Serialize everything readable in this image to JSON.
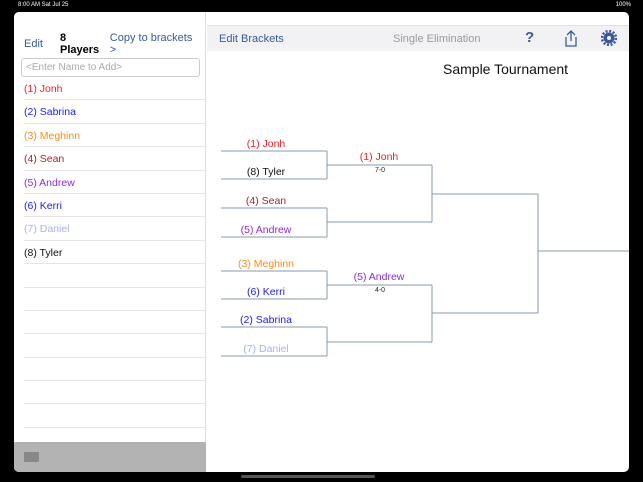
{
  "status": {
    "time": "8:00 AM  Sat Jul 25",
    "battery": "100%"
  },
  "sidebar": {
    "edit": "Edit",
    "count": "8 Players",
    "copy": "Copy to brackets >",
    "placeholder": "<Enter Name to Add>",
    "players": [
      {
        "name": "(1) Jonh",
        "color": "#ff1a1a"
      },
      {
        "name": "(2) Sabrina",
        "color": "#1a1aff"
      },
      {
        "name": "(3) Meghinn",
        "color": "#ff8c1a"
      },
      {
        "name": "(4) Sean",
        "color": "#a0262a"
      },
      {
        "name": "(5) Andrew",
        "color": "#8a2be2"
      },
      {
        "name": "(6) Kerri",
        "color": "#1a1aff"
      },
      {
        "name": "(7) Daniel",
        "color": "#aab0ee"
      },
      {
        "name": "(8) Tyler",
        "color": "#111111"
      }
    ]
  },
  "header": {
    "edit_brackets": "Edit Brackets",
    "mode": "Single Elimination",
    "help": "?"
  },
  "tournament": {
    "title": "Sample Tournament",
    "round1": [
      "(1) Jonh",
      "(8) Tyler",
      "(4) Sean",
      "(5) Andrew",
      "(3) Meghinn",
      "(6) Kerri",
      "(2) Sabrina",
      "(7) Daniel"
    ],
    "round1_colors": [
      "#ff1a1a",
      "#111111",
      "#a0262a",
      "#8a2be2",
      "#ff8c1a",
      "#1a1aff",
      "#1a1aff",
      "#aab0ee"
    ],
    "round2": [
      {
        "name": "(1) Jonh",
        "score": "7-0",
        "color": "#ff1a1a"
      },
      {
        "name": "(5) Andrew",
        "score": "4-0",
        "color": "#8a2be2"
      }
    ]
  }
}
